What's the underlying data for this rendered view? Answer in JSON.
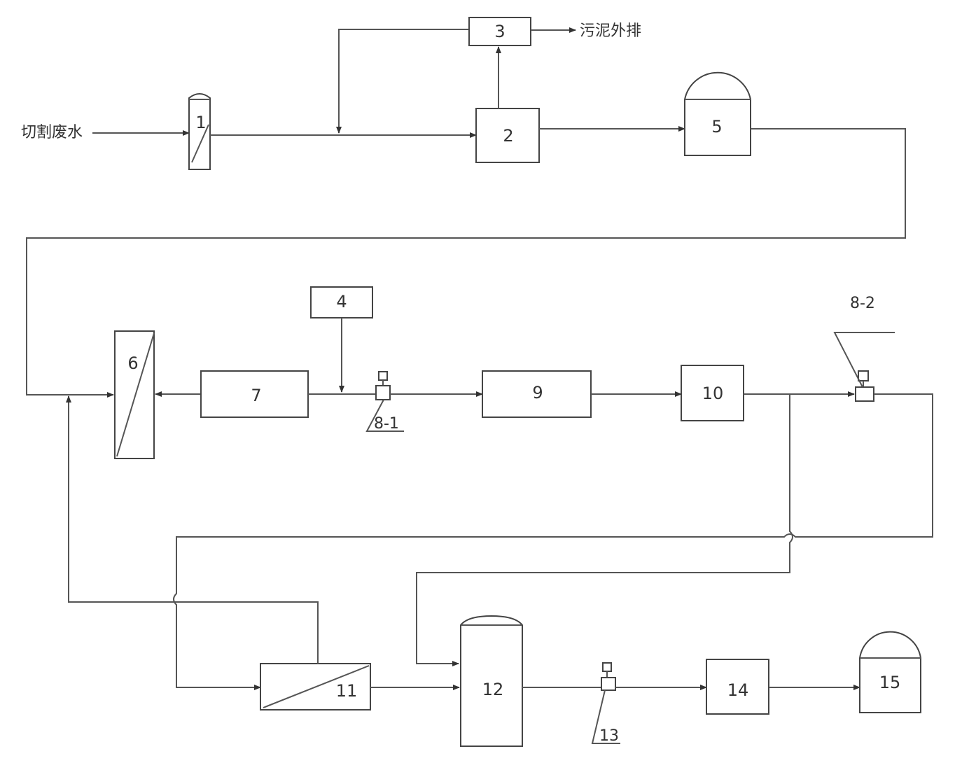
{
  "labels": {
    "inlet": "切割废水",
    "sludge": "污泥外排",
    "u1": "1",
    "u2": "2",
    "u3": "3",
    "u4": "4",
    "u5": "5",
    "u6": "6",
    "u7": "7",
    "u8_1": "8-1",
    "u8_2": "8-2",
    "u9": "9",
    "u10": "10",
    "u11": "11",
    "u12": "12",
    "u13": "13",
    "u14": "14",
    "u15": "15"
  }
}
